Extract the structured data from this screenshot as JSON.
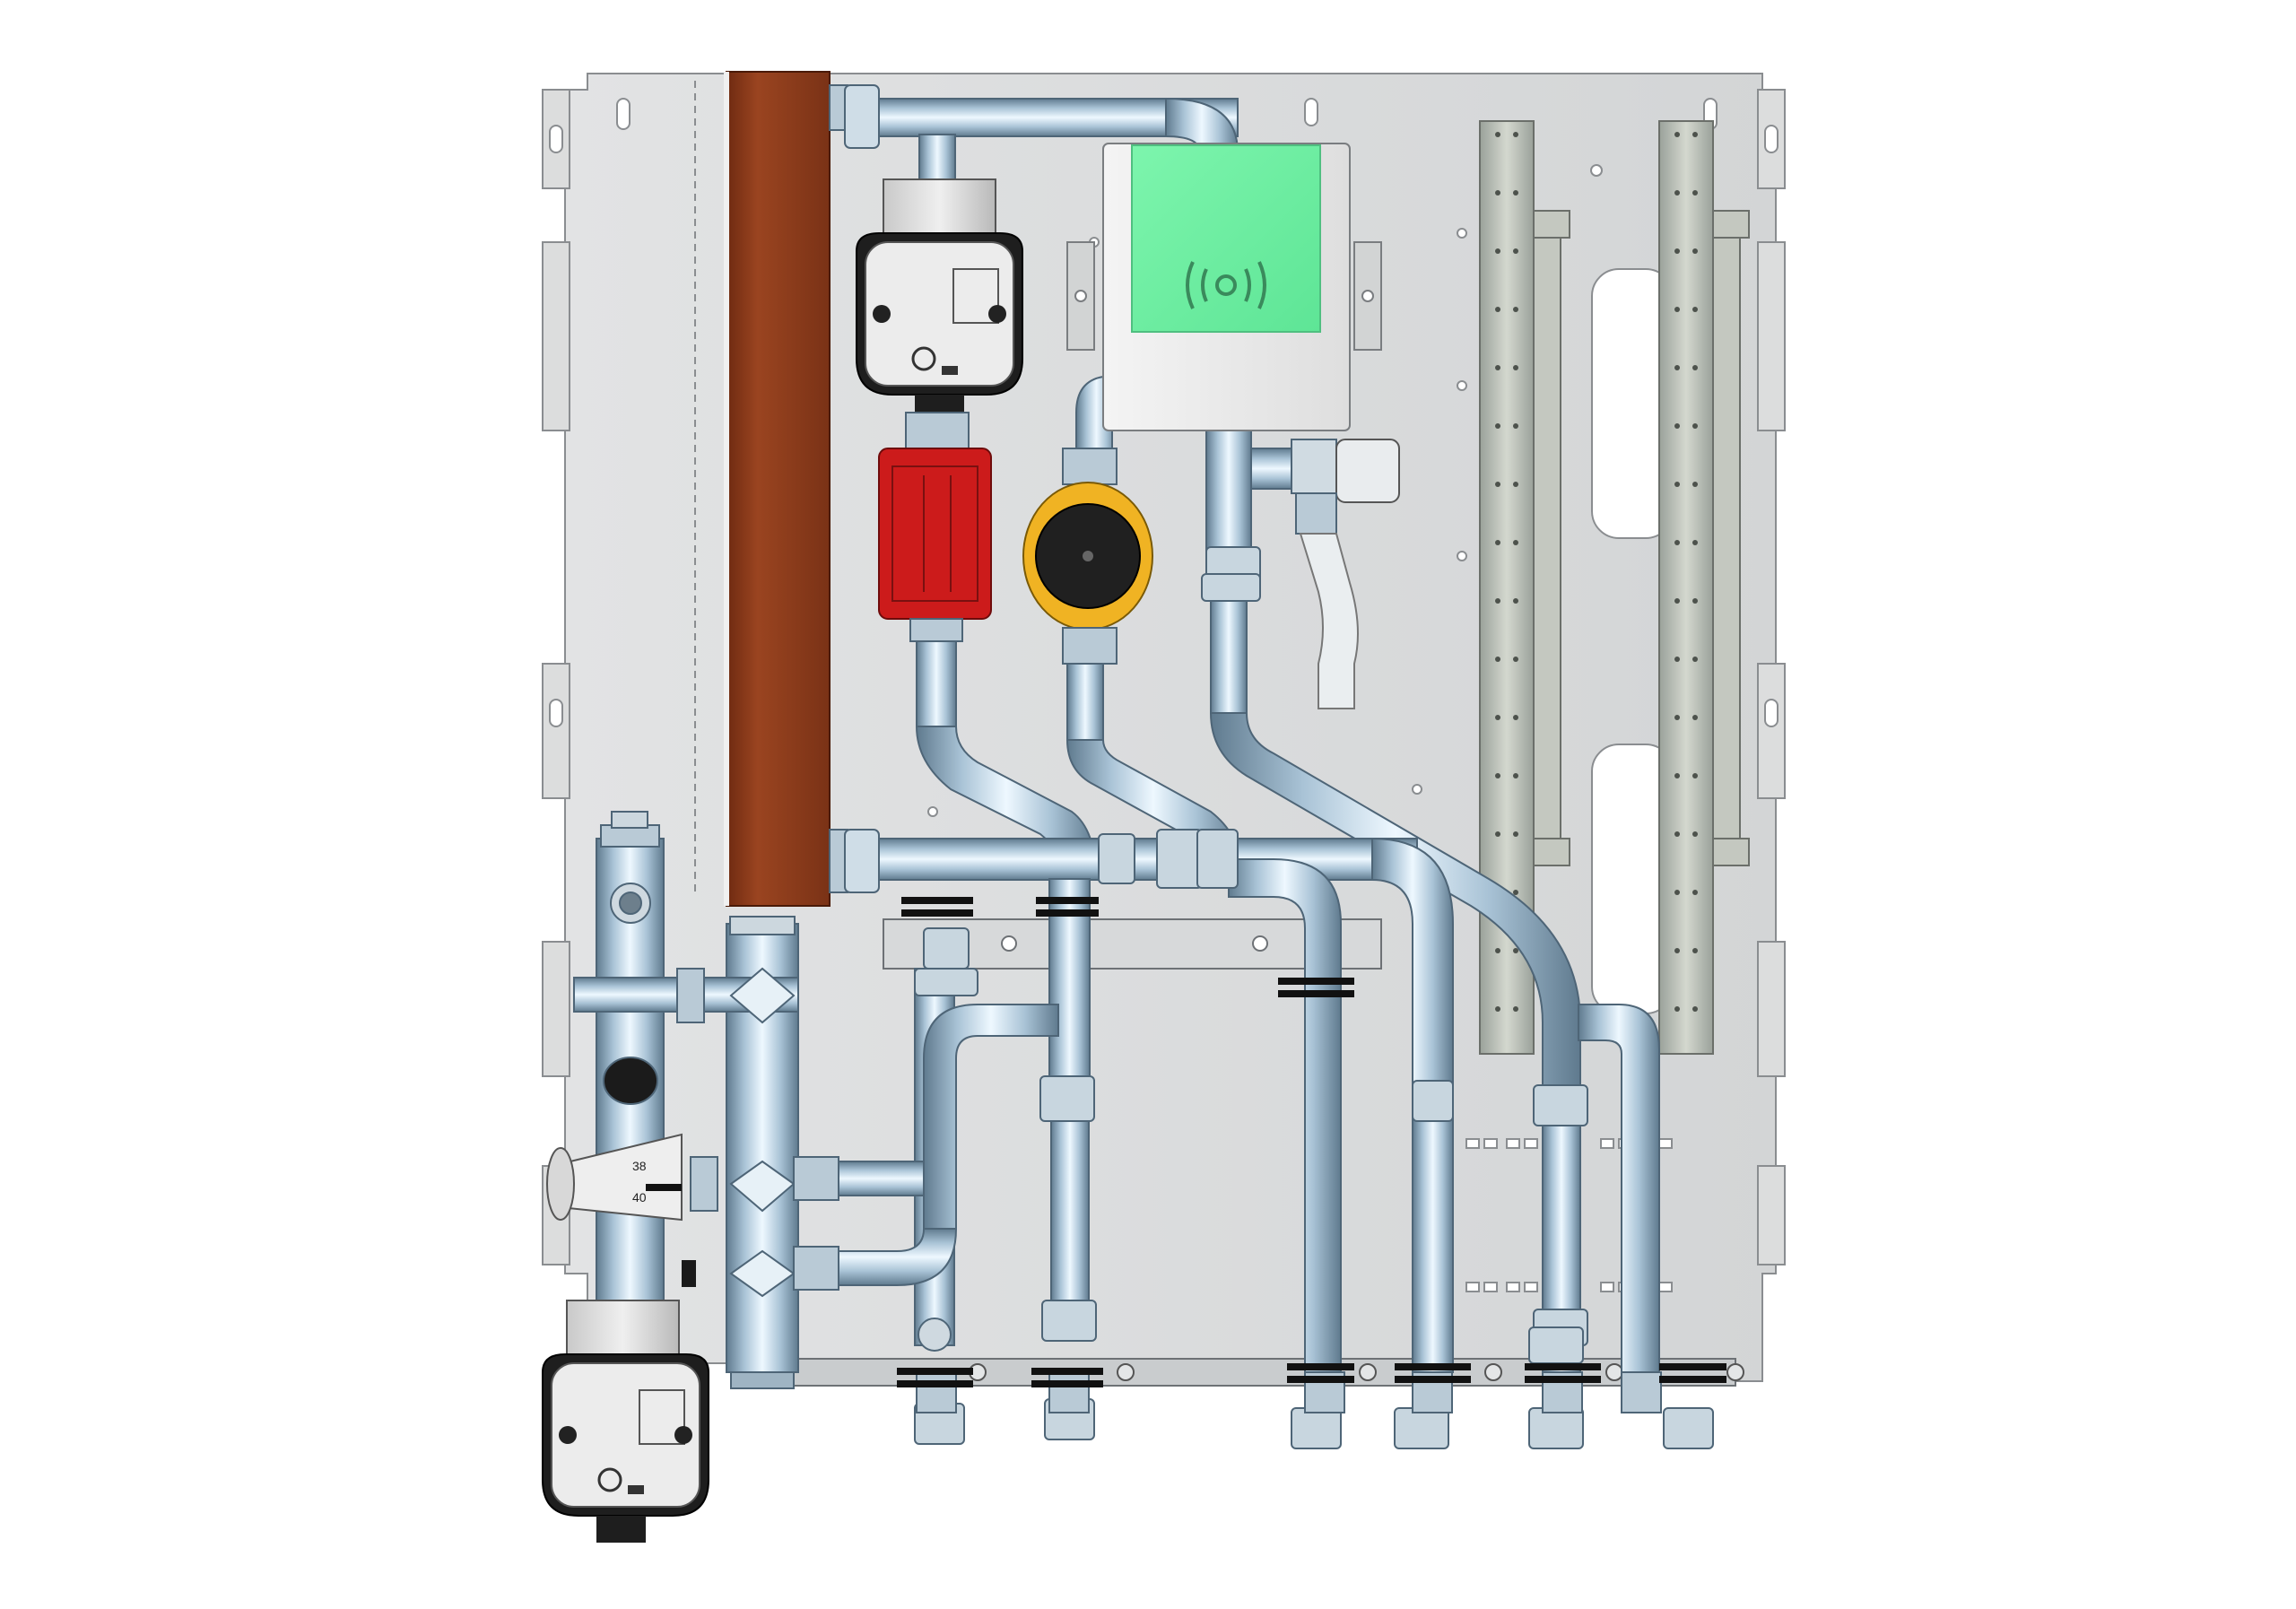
{
  "diagram": {
    "colors": {
      "background": "#ffffff",
      "plate": "#dadcdd",
      "plate_edge": "#8a8d90",
      "pipe_light": "#e6f4ff",
      "pipe_mid": "#a9c3d6",
      "pipe_dark": "#5f7a8e",
      "heat_exchanger": "#8b3a1b",
      "controller": "#6ff0a2",
      "red_valve": "#cc1b1b",
      "yellow_pump": "#f0b323",
      "pump_black": "#1c1c1c",
      "rail": "#b8bcb4"
    },
    "components": [
      {
        "id": "back-plate",
        "icon": "mounting-plate-icon"
      },
      {
        "id": "plate-heat-exchanger",
        "icon": "heat-exchanger-icon"
      },
      {
        "id": "controller-box",
        "icon": "controller-icon"
      },
      {
        "id": "circulation-pump-top",
        "icon": "pump-icon"
      },
      {
        "id": "circulation-pump-bottom",
        "icon": "pump-icon"
      },
      {
        "id": "mixing-valve-red",
        "icon": "motor-valve-icon"
      },
      {
        "id": "pump-yellow",
        "icon": "pump-icon"
      },
      {
        "id": "thermostatic-head",
        "icon": "thermostat-icon"
      },
      {
        "id": "manifold",
        "icon": "manifold-icon"
      },
      {
        "id": "mounting-rails",
        "icon": "rail-icon"
      }
    ],
    "text": {
      "thermostat_scale": "38",
      "thermostat_scale2": "40"
    }
  }
}
